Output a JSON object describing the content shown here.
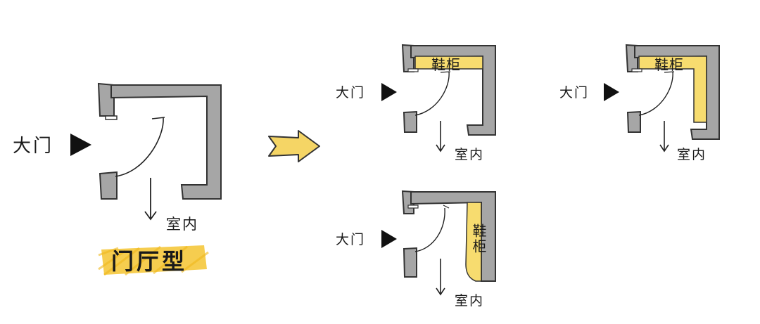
{
  "labels": {
    "entrance": "大门",
    "indoor": "室内",
    "cabinet": "鞋柜"
  },
  "caption": "门厅型",
  "colors": {
    "wall_fill": "#a6a6a6",
    "wall_stroke": "#333333",
    "cabinet_fill": "#f7dc6f",
    "highlight": "#f4c430",
    "arrow_fill": "#f5d565"
  }
}
